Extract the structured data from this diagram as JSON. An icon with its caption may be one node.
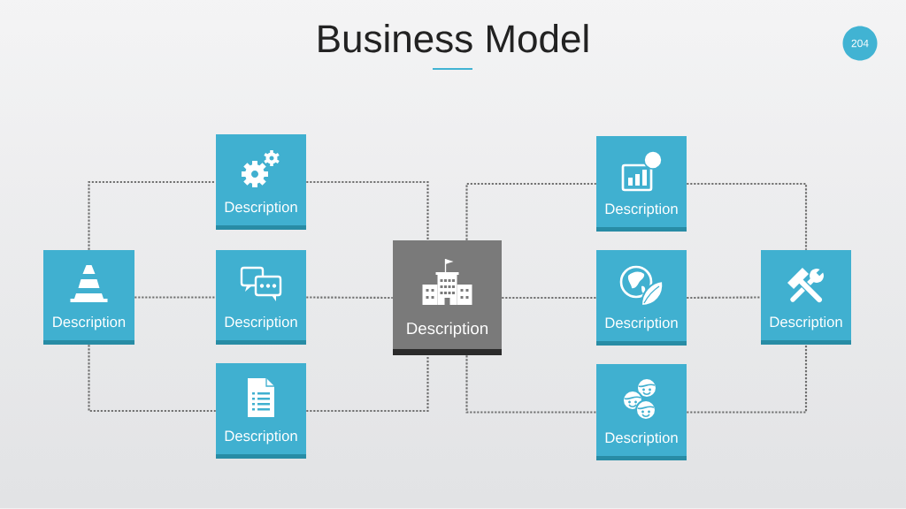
{
  "diagram": {
    "title": "Business Model",
    "nodes": [
      {
        "text": [
          "Description"
        ]
      },
      {
        "text": [
          "Description"
        ]
      },
      {
        "text": [
          "Description"
        ]
      },
      {
        "text": [
          "Description"
        ]
      },
      {
        "text": [
          "Description"
        ]
      },
      {
        "text": [
          "Description"
        ]
      },
      {
        "text": [
          "Description"
        ]
      },
      {
        "text": [
          "Description"
        ]
      },
      {
        "text": [
          "Description"
        ]
      }
    ],
    "edges": [
      {
        "from": 0,
        "to": 1,
        "arrow": "none"
      },
      {
        "from": 0,
        "to": 2,
        "arrow": "none"
      },
      {
        "from": 0,
        "to": 3,
        "arrow": "none"
      },
      {
        "from": 1,
        "to": 4,
        "arrow": "none"
      },
      {
        "from": 2,
        "to": 4,
        "arrow": "none"
      },
      {
        "from": 3,
        "to": 4,
        "arrow": "none"
      },
      {
        "from": 4,
        "to": 5,
        "arrow": "none"
      },
      {
        "from": 4,
        "to": 6,
        "arrow": "none"
      },
      {
        "from": 4,
        "to": 7,
        "arrow": "none"
      },
      {
        "from": 5,
        "to": 8,
        "arrow": "none"
      },
      {
        "from": 6,
        "to": 8,
        "arrow": "none"
      },
      {
        "from": 7,
        "to": 8,
        "arrow": "none"
      }
    ],
    "labels": [
      "204"
    ]
  }
}
